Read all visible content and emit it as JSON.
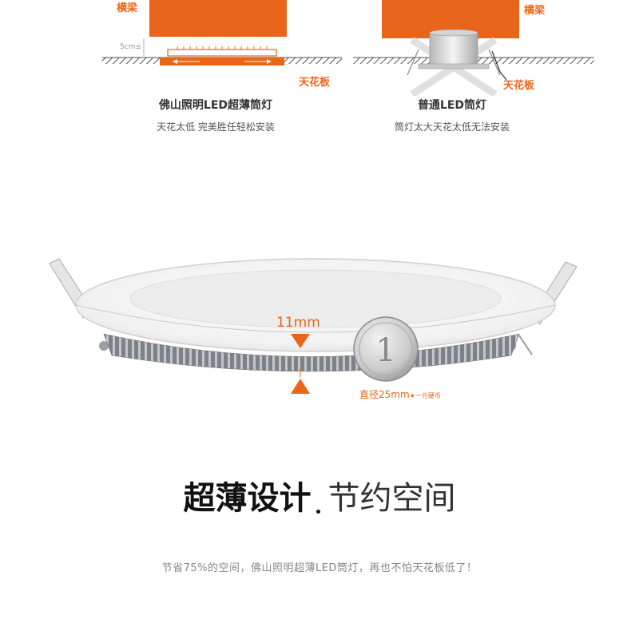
{
  "comparison": {
    "left": {
      "beam_label": "横梁",
      "gap_label": "5cm≤",
      "ceiling_label": "天花板",
      "title": "佛山照明LED超薄筒灯",
      "subtitle": "天花太低  完美胜任轻松安装"
    },
    "right": {
      "beam_label": "横梁",
      "ceiling_label": "天花板",
      "title": "普通LED筒灯",
      "subtitle": "筒灯太大天花太低无法安装"
    }
  },
  "product": {
    "thickness_label": "11mm",
    "coin_label": "直径25mm",
    "coin_note": "一元硬币",
    "coin_face": "1"
  },
  "headline": {
    "main": "超薄设计",
    "sub": "节约空间"
  },
  "tagline": "节省75%的空间，佛山照明超薄LED筒灯，再也不怕天花板低了！",
  "colors": {
    "accent": "#e8651a",
    "beam": "#e9651c",
    "ceiling": "#555555"
  }
}
